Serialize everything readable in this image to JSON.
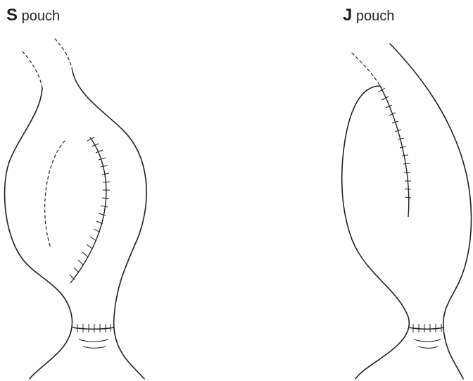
{
  "s_pouch": {
    "letter": "S",
    "word": "pouch"
  },
  "j_pouch": {
    "letter": "J",
    "word": "pouch"
  },
  "colors": {
    "line": "#231f20",
    "background": "#ffffff"
  }
}
